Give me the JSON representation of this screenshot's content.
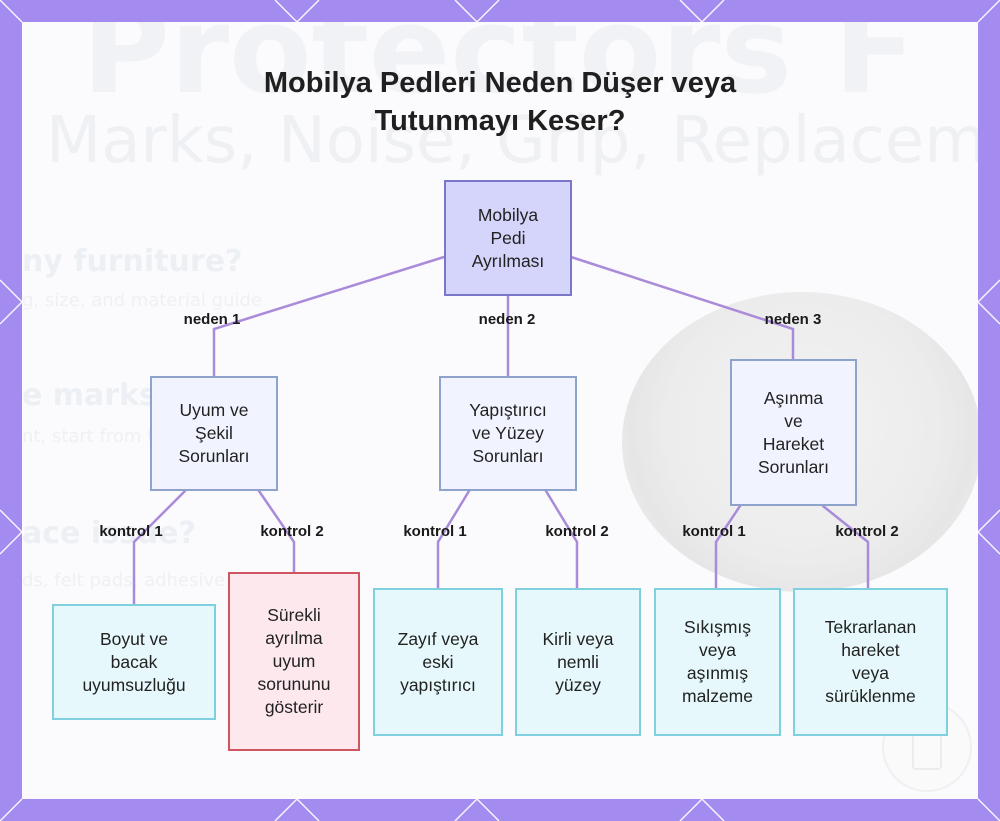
{
  "title": [
    "Mobilya Pedleri Neden Düşer veya",
    "Tutunmayı Keser?"
  ],
  "background": {
    "heading": "Protectors F",
    "subheading": "Marks, Noise, Grip, Replacemen",
    "lines": [
      "ny furniture?",
      "e marks",
      "ace issue?"
    ],
    "small": [
      "g, size, and material guide",
      "nt, start from the",
      "ds, felt pads, adhesive"
    ]
  },
  "colors": {
    "frame": "#a48bf0",
    "root_fill": "#d5d4fb",
    "category_fill": "#f1f4ff",
    "leaf_fill": "#e6f8fb",
    "warning_fill": "#fde8ee",
    "edge": "#a98bd9"
  },
  "nodes": {
    "root": "Mobilya\nPedi\nAyrılması",
    "c1": "Uyum ve\nŞekil\nSorunları",
    "c2": "Yapıştırıcı\nve Yüzey\nSorunları",
    "c3": "Aşınma\nve\nHareket\nSorunları",
    "l1": "Boyut ve\nbacak\nuyumsuzluğu",
    "l2": "Sürekli\nayrılma\nuyum\nsorununu\ngösterir",
    "l3": "Zayıf veya\neski\nyapıştırıcı",
    "l4": "Kirli veya\nnemli\nyüzey",
    "l5": "Sıkışmış\nveya\naşınmış\nmalzeme",
    "l6": "Tekrarlanan\nhareket\nveya\nsürüklenme"
  },
  "edges": {
    "e1": "neden 1",
    "e2": "neden 2",
    "e3": "neden 3",
    "k1": "kontrol 1",
    "k2": "kontrol 2",
    "k3": "kontrol 1",
    "k4": "kontrol 2",
    "k5": "kontrol 1",
    "k6": "kontrol 2"
  }
}
